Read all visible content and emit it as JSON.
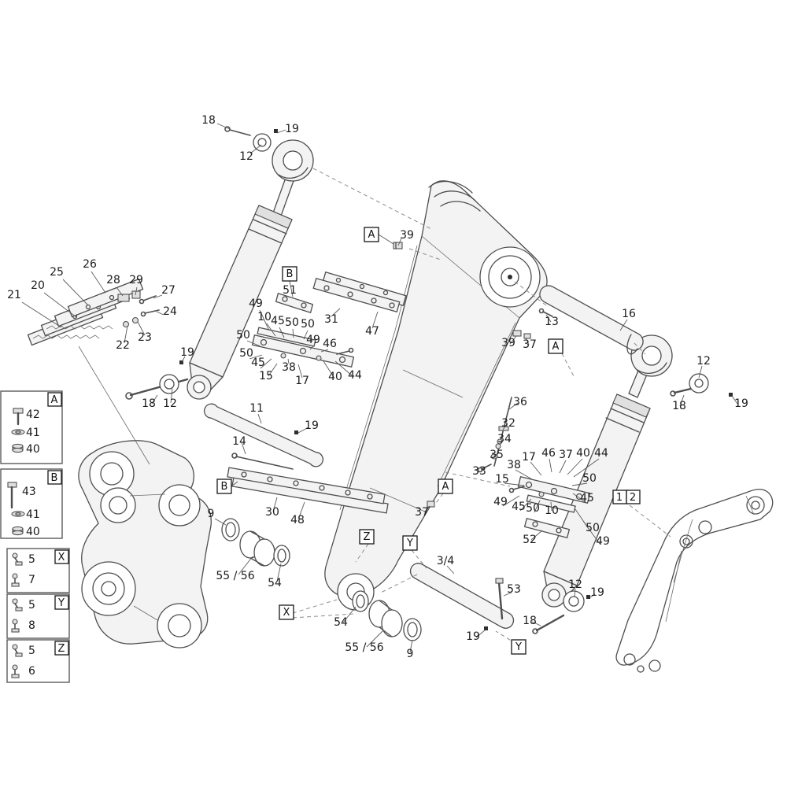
{
  "page": {
    "type": "exploded-parts-diagram",
    "subject": "Boom, hydraulic cylinders and linkage parts diagram",
    "background": "#ffffff"
  },
  "colors": {
    "line": "#4e4e4e",
    "light_line": "#8c8c8c",
    "fill": "#f3f3f3",
    "text": "#1c1c1c"
  },
  "nums": {
    "n3_4": "3/4",
    "n5": "5",
    "n6": "6",
    "n7": "7",
    "n8": "8",
    "n9": "9",
    "n10": "10",
    "n11": "11",
    "n12": "12",
    "n13": "13",
    "n14": "14",
    "n15": "15",
    "n16": "16",
    "n17": "17",
    "n18": "18",
    "n19": "19",
    "n20": "20",
    "n21": "21",
    "n22": "22",
    "n23": "23",
    "n24": "24",
    "n25": "25",
    "n26": "26",
    "n27": "27",
    "n28": "28",
    "n29": "29",
    "n30": "30",
    "n31": "31",
    "n32": "32",
    "n33": "33",
    "n34": "34",
    "n35": "35",
    "n36": "36",
    "n37": "37",
    "n38": "38",
    "n39": "39",
    "n40": "40",
    "n41": "41",
    "n42": "42",
    "n43": "43",
    "n44": "44",
    "n45": "45",
    "n46": "46",
    "n47": "47",
    "n48": "48",
    "n49": "49",
    "n50": "50",
    "n51": "51",
    "n52": "52",
    "n53": "53",
    "n54": "54",
    "n55_56": "55 / 56"
  },
  "markers": {
    "a": "A",
    "b": "B",
    "x": "X",
    "y": "Y",
    "z": "Z",
    "one": "1",
    "two": "2"
  },
  "legend": {
    "groups": [
      {
        "letter": "A",
        "items": [
          {
            "num": "42",
            "icon": "hex-bolt"
          },
          {
            "num": "41",
            "icon": "washer"
          },
          {
            "num": "40",
            "icon": "nut"
          }
        ]
      },
      {
        "letter": "B",
        "items": [
          {
            "num": "43",
            "icon": "hex-bolt-long"
          },
          {
            "num": "41",
            "icon": "washer"
          },
          {
            "num": "40",
            "icon": "nut"
          }
        ]
      },
      {
        "letter": "X",
        "items": [
          {
            "num": "5",
            "icon": "grease-fitting"
          },
          {
            "num": "7",
            "icon": "grease-fitting-angled"
          }
        ]
      },
      {
        "letter": "Y",
        "items": [
          {
            "num": "5",
            "icon": "grease-fitting"
          },
          {
            "num": "8",
            "icon": "grease-fitting-angled"
          }
        ]
      },
      {
        "letter": "Z",
        "items": [
          {
            "num": "5",
            "icon": "grease-fitting"
          },
          {
            "num": "6",
            "icon": "grease-fitting-straight"
          }
        ]
      }
    ]
  }
}
